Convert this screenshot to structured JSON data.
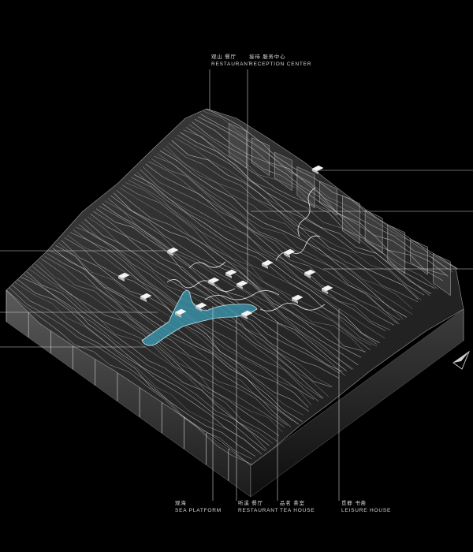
{
  "labels": {
    "restaurant_top": {
      "cn": "观山 餐厅",
      "en": "RESTAURANT"
    },
    "reception": {
      "cn": "接待 服务中心",
      "en": "RECEPTION CENTER"
    },
    "sea_platform": {
      "cn": "观海",
      "en": "SEA PLATFORM"
    },
    "restaurant_bottom": {
      "cn": "听溪 餐厅",
      "en": "RESTAURANT"
    },
    "tea_house": {
      "cn": "品茗 茶室",
      "en": "TEA HOUSE"
    },
    "leisure_house": {
      "cn": "觅静 书斋",
      "en": "LEISURE HOUSE"
    }
  },
  "colors": {
    "background": "#000000",
    "terrain_line": "#e8e8e8",
    "lake": "#3a8fa6",
    "leader_line": "#cfcfcf"
  },
  "icons": {
    "north_arrow": "north-arrow-icon"
  }
}
